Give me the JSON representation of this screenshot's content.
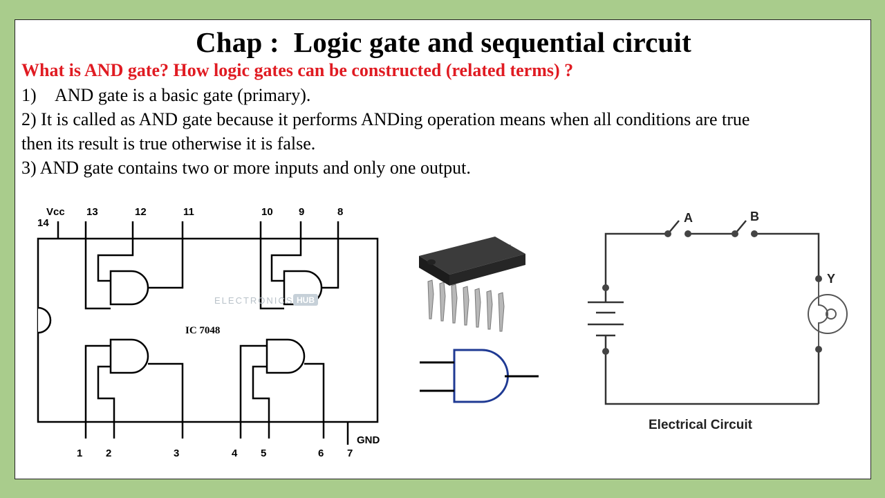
{
  "title": "Chap :  Logic gate and sequential circuit",
  "question": "What is AND gate? How logic gates can be constructed (related terms) ?",
  "points": [
    {
      "num": "1)",
      "text": "AND gate is a basic gate (primary)."
    },
    {
      "text": "2) It is called as AND gate because it performs ANDing operation means when all conditions are true"
    },
    {
      "text": "then its result is true otherwise it is false."
    },
    {
      "text": "3) AND gate contains two or more inputs and only one output."
    }
  ],
  "ic": {
    "name": "IC 7048",
    "vcc_label": "Vcc",
    "gnd_label": "GND",
    "top_pins": [
      "14",
      "13",
      "12",
      "11",
      "10",
      "9",
      "8"
    ],
    "bottom_pins": [
      "1",
      "2",
      "3",
      "4",
      "5",
      "6",
      "7"
    ]
  },
  "watermark": {
    "left": "ELECTRONICS",
    "right": "HUB"
  },
  "circuit": {
    "switch_a": "A",
    "switch_b": "B",
    "lamp": "Y",
    "caption": "Electrical Circuit"
  },
  "colors": {
    "background": "#a9cc8c",
    "question": "#e01b22",
    "gate_symbol": "#1f3a93",
    "chip": "#2b2b2b"
  }
}
